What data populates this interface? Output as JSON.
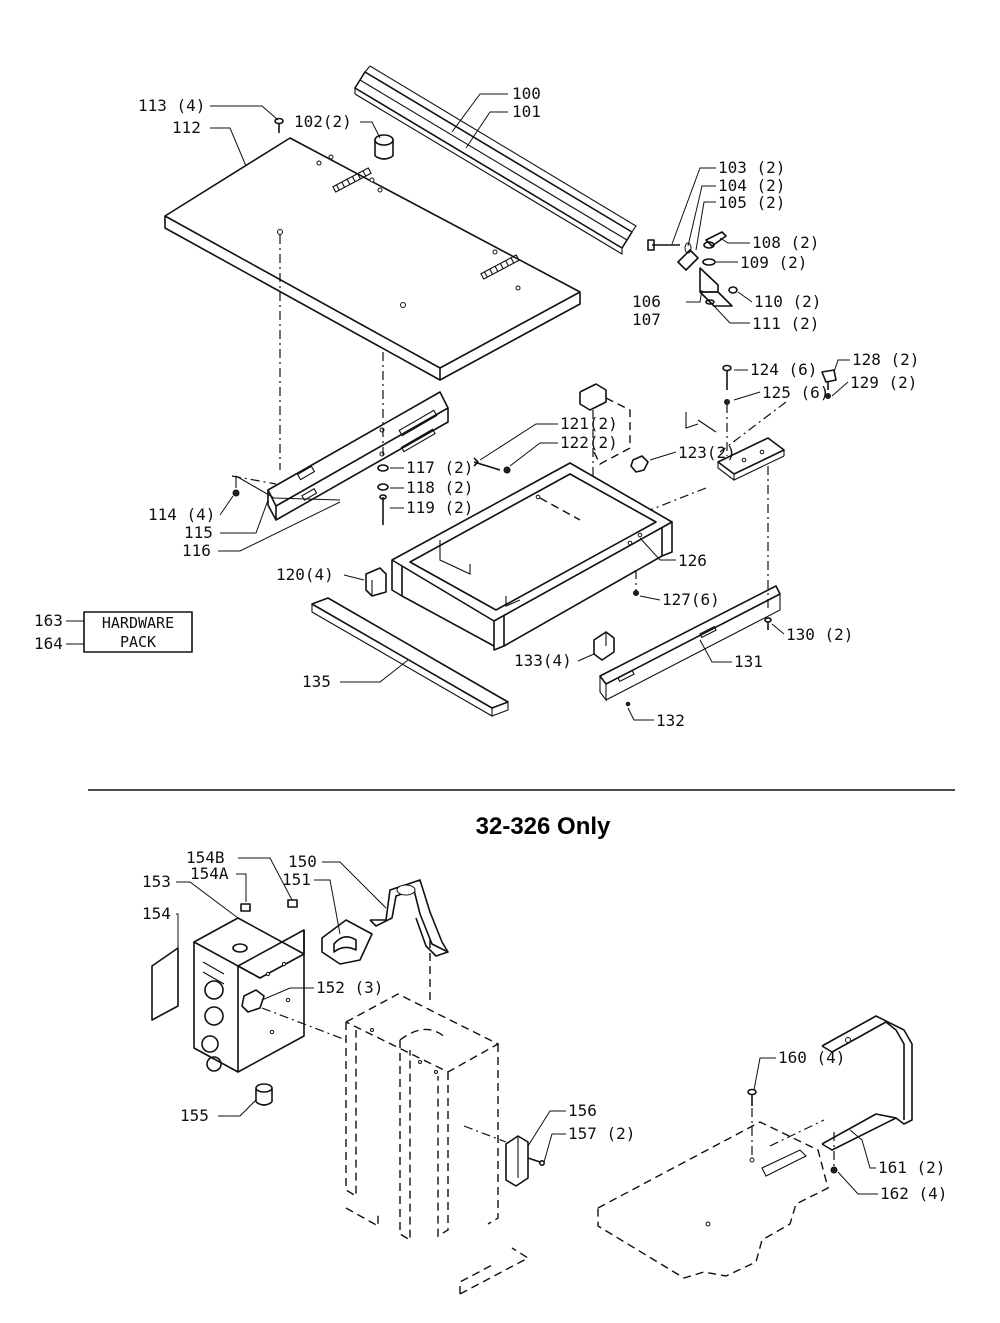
{
  "section_heading": "32-326 Only",
  "hardware_box": {
    "line1": "HARDWARE",
    "line2": "PACK"
  },
  "callouts": {
    "c100": "100",
    "c101": "101",
    "c102": "102(2)",
    "c103": "103 (2)",
    "c104": "104 (2)",
    "c105": "105 (2)",
    "c106": "106",
    "c107": "107",
    "c108": "108 (2)",
    "c109": "109 (2)",
    "c110": "110 (2)",
    "c111": "111 (2)",
    "c112": "112",
    "c113": "113 (4)",
    "c114": "114 (4)",
    "c115": "115",
    "c116": "116",
    "c117": "117 (2)",
    "c118": "118 (2)",
    "c119": "119 (2)",
    "c120": "120(4)",
    "c121": "121(2)",
    "c122": "122(2)",
    "c123": "123(2)",
    "c124": "124 (6)",
    "c125": "125 (6)",
    "c126": "126",
    "c127": "127(6)",
    "c128": "128 (2)",
    "c129": "129 (2)",
    "c130": "130 (2)",
    "c131": "131",
    "c132": "132",
    "c133": "133(4)",
    "c135": "135",
    "c150": "150",
    "c151": "151",
    "c152": "152 (3)",
    "c153": "153",
    "c154": "154",
    "c154a": "154A",
    "c154b": "154B",
    "c155": "155",
    "c156": "156",
    "c157": "157 (2)",
    "c160": "160 (4)",
    "c161": "161 (2)",
    "c162": "162 (4)",
    "c163": "163",
    "c164": "164"
  }
}
